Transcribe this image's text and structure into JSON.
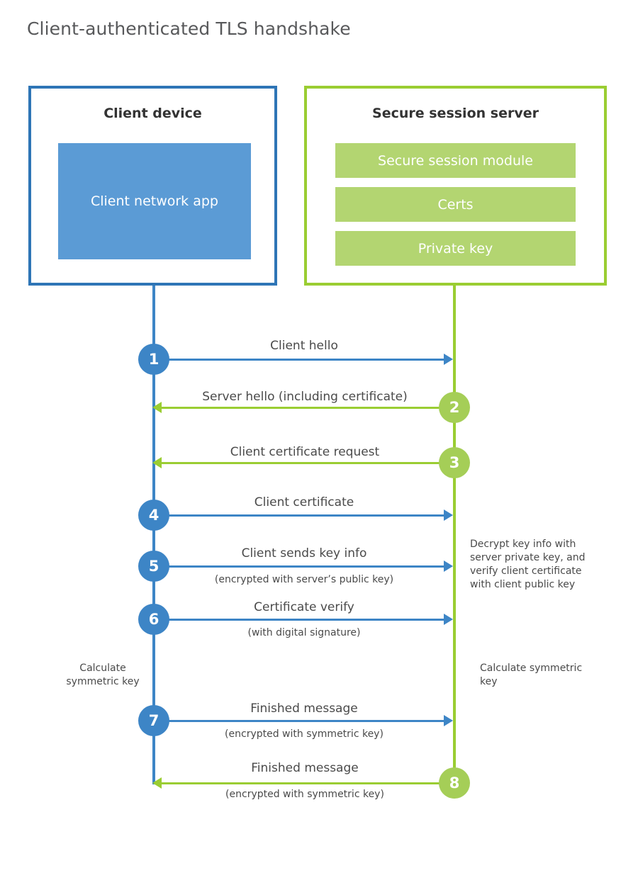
{
  "diagram": {
    "title": "Client-authenticated TLS handshake",
    "colors": {
      "client_blue": "#3D85C6",
      "client_box_border": "#2E75B6",
      "client_app_fill": "#5B9BD5",
      "server_green": "#9ACD32",
      "server_circle_green": "#A5CE57",
      "server_bar_fill": "#B3D571",
      "text": "#4a4a4a"
    }
  },
  "client": {
    "title": "Client device",
    "app_label": "Client network app"
  },
  "server": {
    "title": "Secure session server",
    "modules": [
      "Secure session module",
      "Certs",
      "Private key"
    ]
  },
  "steps": [
    {
      "number": "1",
      "label": "Client hello",
      "sublabel": "",
      "direction": "client-to-server",
      "color": "blue"
    },
    {
      "number": "2",
      "label": "Server hello (including certificate)",
      "sublabel": "",
      "direction": "server-to-client",
      "color": "green"
    },
    {
      "number": "3",
      "label": "Client certificate request",
      "sublabel": "",
      "direction": "server-to-client",
      "color": "green"
    },
    {
      "number": "4",
      "label": "Client certificate",
      "sublabel": "",
      "direction": "client-to-server",
      "color": "blue"
    },
    {
      "number": "5",
      "label": "Client sends key info",
      "sublabel": "(encrypted with server’s public key)",
      "direction": "client-to-server",
      "color": "blue"
    },
    {
      "number": "6",
      "label": "Certificate verify",
      "sublabel": "(with digital signature)",
      "direction": "client-to-server",
      "color": "blue"
    },
    {
      "number": "7",
      "label": "Finished message",
      "sublabel": "(encrypted with symmetric key)",
      "direction": "client-to-server",
      "color": "blue"
    },
    {
      "number": "8",
      "label": "Finished message",
      "sublabel": "(encrypted with symmetric key)",
      "direction": "server-to-client",
      "color": "green"
    }
  ],
  "notes": {
    "server_decrypt": "Decrypt key info with server private key, and verify client certificate with client public key",
    "client_calculate": "Calculate symmetric key",
    "server_calculate": "Calculate symmetric key"
  }
}
